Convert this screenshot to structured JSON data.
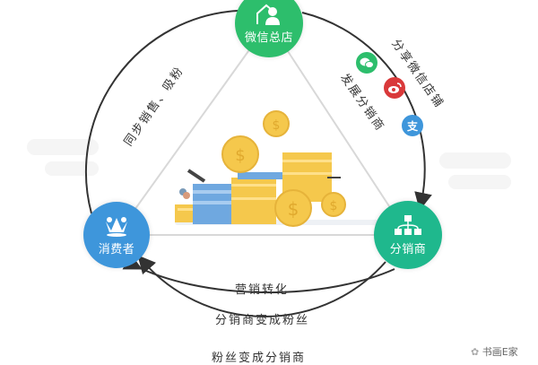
{
  "nodes": {
    "top": {
      "label": "微信总店",
      "color": "#2DBE6C",
      "icon": "user-home-icon"
    },
    "left": {
      "label": "消费者",
      "color": "#3E96DB",
      "icon": "people-cheering-icon"
    },
    "right": {
      "label": "分销商",
      "color": "#1FB88D",
      "icon": "org-tree-icon"
    }
  },
  "edges": {
    "top_left": "同步销售、吸粉",
    "top_right_inner": "发展分销商",
    "top_right_outer": "分享微信店铺",
    "bottom_inner": "营销转化",
    "bottom_middle": "分销商变成粉丝",
    "bottom_outer": "粉丝变成分销商"
  },
  "social_icons": [
    {
      "name": "wechat-icon",
      "glyph": "●●",
      "color": "#2DBE6C"
    },
    {
      "name": "weibo-icon",
      "glyph": "◉",
      "color": "#D9393A"
    },
    {
      "name": "alipay-icon",
      "glyph": "支",
      "color": "#3E96DB"
    }
  ],
  "center_illustration": "coins-and-cash-stack",
  "watermark": "书画E家",
  "colors": {
    "line": "#333333",
    "triangle": "#d8d8d8",
    "coin": "#F5C84C",
    "cash": "#6FA8E0"
  }
}
